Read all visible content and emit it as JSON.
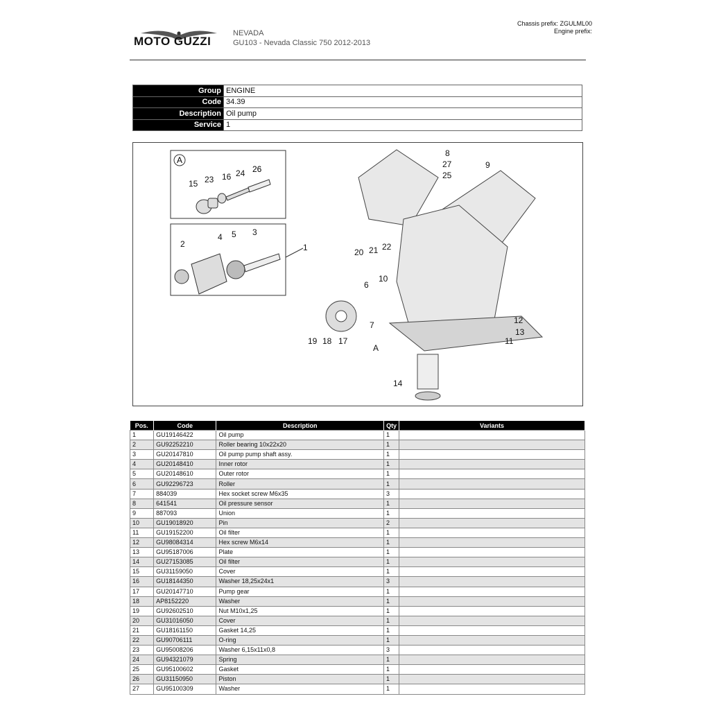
{
  "header": {
    "brand": "MOTO GUZZI",
    "model_name": "NEVADA",
    "model_code": "GU103 - Nevada Classic 750 2012-2013",
    "chassis_prefix": "Chassis prefix: ZGULML00",
    "engine_prefix": "Engine prefix:"
  },
  "info": {
    "group_label": "Group",
    "group_value": "ENGINE",
    "code_label": "Code",
    "code_value": "34.39",
    "description_label": "Description",
    "description_value": "Oil pump",
    "service_label": "Service",
    "service_value": "1"
  },
  "diagram": {
    "inset_label": "A",
    "callouts": [
      "1",
      "2",
      "3",
      "4",
      "5",
      "6",
      "7",
      "8",
      "9",
      "10",
      "11",
      "12",
      "13",
      "14",
      "15",
      "16",
      "17",
      "18",
      "19",
      "20",
      "21",
      "22",
      "23",
      "24",
      "25",
      "26",
      "27",
      "A"
    ]
  },
  "parts_table": {
    "headers": [
      "Pos.",
      "Code",
      "Description",
      "Qty",
      "Variants"
    ],
    "rows": [
      [
        "1",
        "GU19146422",
        "Oil pump",
        "1",
        ""
      ],
      [
        "2",
        "GU92252210",
        "Roller bearing 10x22x20",
        "1",
        ""
      ],
      [
        "3",
        "GU20147810",
        "Oil pump pump shaft assy.",
        "1",
        ""
      ],
      [
        "4",
        "GU20148410",
        "Inner rotor",
        "1",
        ""
      ],
      [
        "5",
        "GU20148610",
        "Outer rotor",
        "1",
        ""
      ],
      [
        "6",
        "GU92296723",
        "Roller",
        "1",
        ""
      ],
      [
        "7",
        "884039",
        "Hex socket screw M6x35",
        "3",
        ""
      ],
      [
        "8",
        "641541",
        "Oil pressure sensor",
        "1",
        ""
      ],
      [
        "9",
        "887093",
        "Union",
        "1",
        ""
      ],
      [
        "10",
        "GU19018920",
        "Pin",
        "2",
        ""
      ],
      [
        "11",
        "GU19152200",
        "Oil filter",
        "1",
        ""
      ],
      [
        "12",
        "GU98084314",
        "Hex screw M6x14",
        "1",
        ""
      ],
      [
        "13",
        "GU95187006",
        "Plate",
        "1",
        ""
      ],
      [
        "14",
        "GU27153085",
        "Oil filter",
        "1",
        ""
      ],
      [
        "15",
        "GU31159050",
        "Cover",
        "1",
        ""
      ],
      [
        "16",
        "GU18144350",
        "Washer 18,25x24x1",
        "3",
        ""
      ],
      [
        "17",
        "GU20147710",
        "Pump gear",
        "1",
        ""
      ],
      [
        "18",
        "AP8152220",
        "Washer",
        "1",
        ""
      ],
      [
        "19",
        "GU92602510",
        "Nut M10x1,25",
        "1",
        ""
      ],
      [
        "20",
        "GU31016050",
        "Cover",
        "1",
        ""
      ],
      [
        "21",
        "GU18161150",
        "Gasket 14,25",
        "1",
        ""
      ],
      [
        "22",
        "GU90706111",
        "O-ring",
        "1",
        ""
      ],
      [
        "23",
        "GU95008206",
        "Washer 6,15x11x0,8",
        "3",
        ""
      ],
      [
        "24",
        "GU94321079",
        "Spring",
        "1",
        ""
      ],
      [
        "25",
        "GU95100602",
        "Gasket",
        "1",
        ""
      ],
      [
        "26",
        "GU31150950",
        "Piston",
        "1",
        ""
      ],
      [
        "27",
        "GU95100309",
        "Washer",
        "1",
        ""
      ]
    ]
  }
}
